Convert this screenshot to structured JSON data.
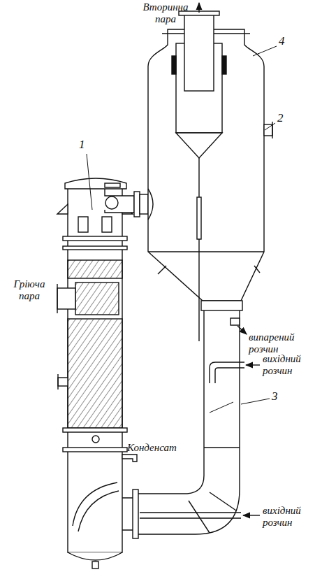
{
  "diagram": {
    "labels": [
      "Вторинна пара",
      "4",
      "2",
      "1",
      "Гріюча пара",
      "випарений розчин",
      "вихідний розчин",
      "3",
      "Конденсат",
      "вихідний розчин"
    ]
  }
}
